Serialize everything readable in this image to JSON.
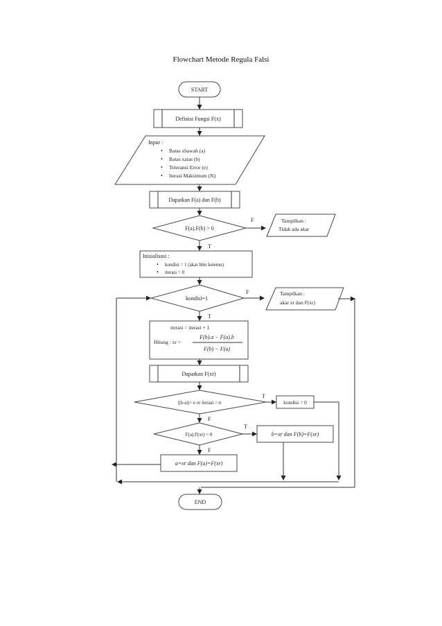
{
  "page": {
    "title": "Flowchart  Metode Regula  Falsi"
  },
  "flow": {
    "start": "START",
    "define": "Definisi Fungsi F(x)",
    "input": {
      "title": "Input :",
      "items": [
        "Batas xbawah (a)",
        "Batas xatas (b)",
        "Toleransi Error (e)",
        "Iterasi Maksimum (N)"
      ]
    },
    "get_fa_fb": "Dapatkan F(a) dan F(b)",
    "check_sign": "F(a).F(b) > 0",
    "show_no_root": {
      "title": "Tampilkan :",
      "text": "Tidak ada akar"
    },
    "init": {
      "title": "Inisialisasi :",
      "items": [
        "kondisi = 1 (akar blm ketemu)",
        "iterasi = 0"
      ]
    },
    "loop_check": "kondisi=1",
    "show_result": {
      "title": "Tampilkan :",
      "text": "akar xr dan F(xr)"
    },
    "calc": {
      "line1": "iterasi = iterasi + 1",
      "prefix": "Hitung : xr =",
      "numerator": "F(b).a − F(a).b",
      "denominator": "F(b) − F(a)"
    },
    "get_fxr": "Dapatkan F(xr)",
    "stop_check": "|(b-a)|< e  or  iterasi > n",
    "set_found": "kondisi = 0",
    "sign_check2": "F(a).F(xr) < 0",
    "update_b": "b=xr dan F(b)=F(xr)",
    "update_a": "a=xr dan F(a)=F(xr)",
    "end": "END",
    "labels": {
      "true": "T",
      "false": "F"
    }
  }
}
